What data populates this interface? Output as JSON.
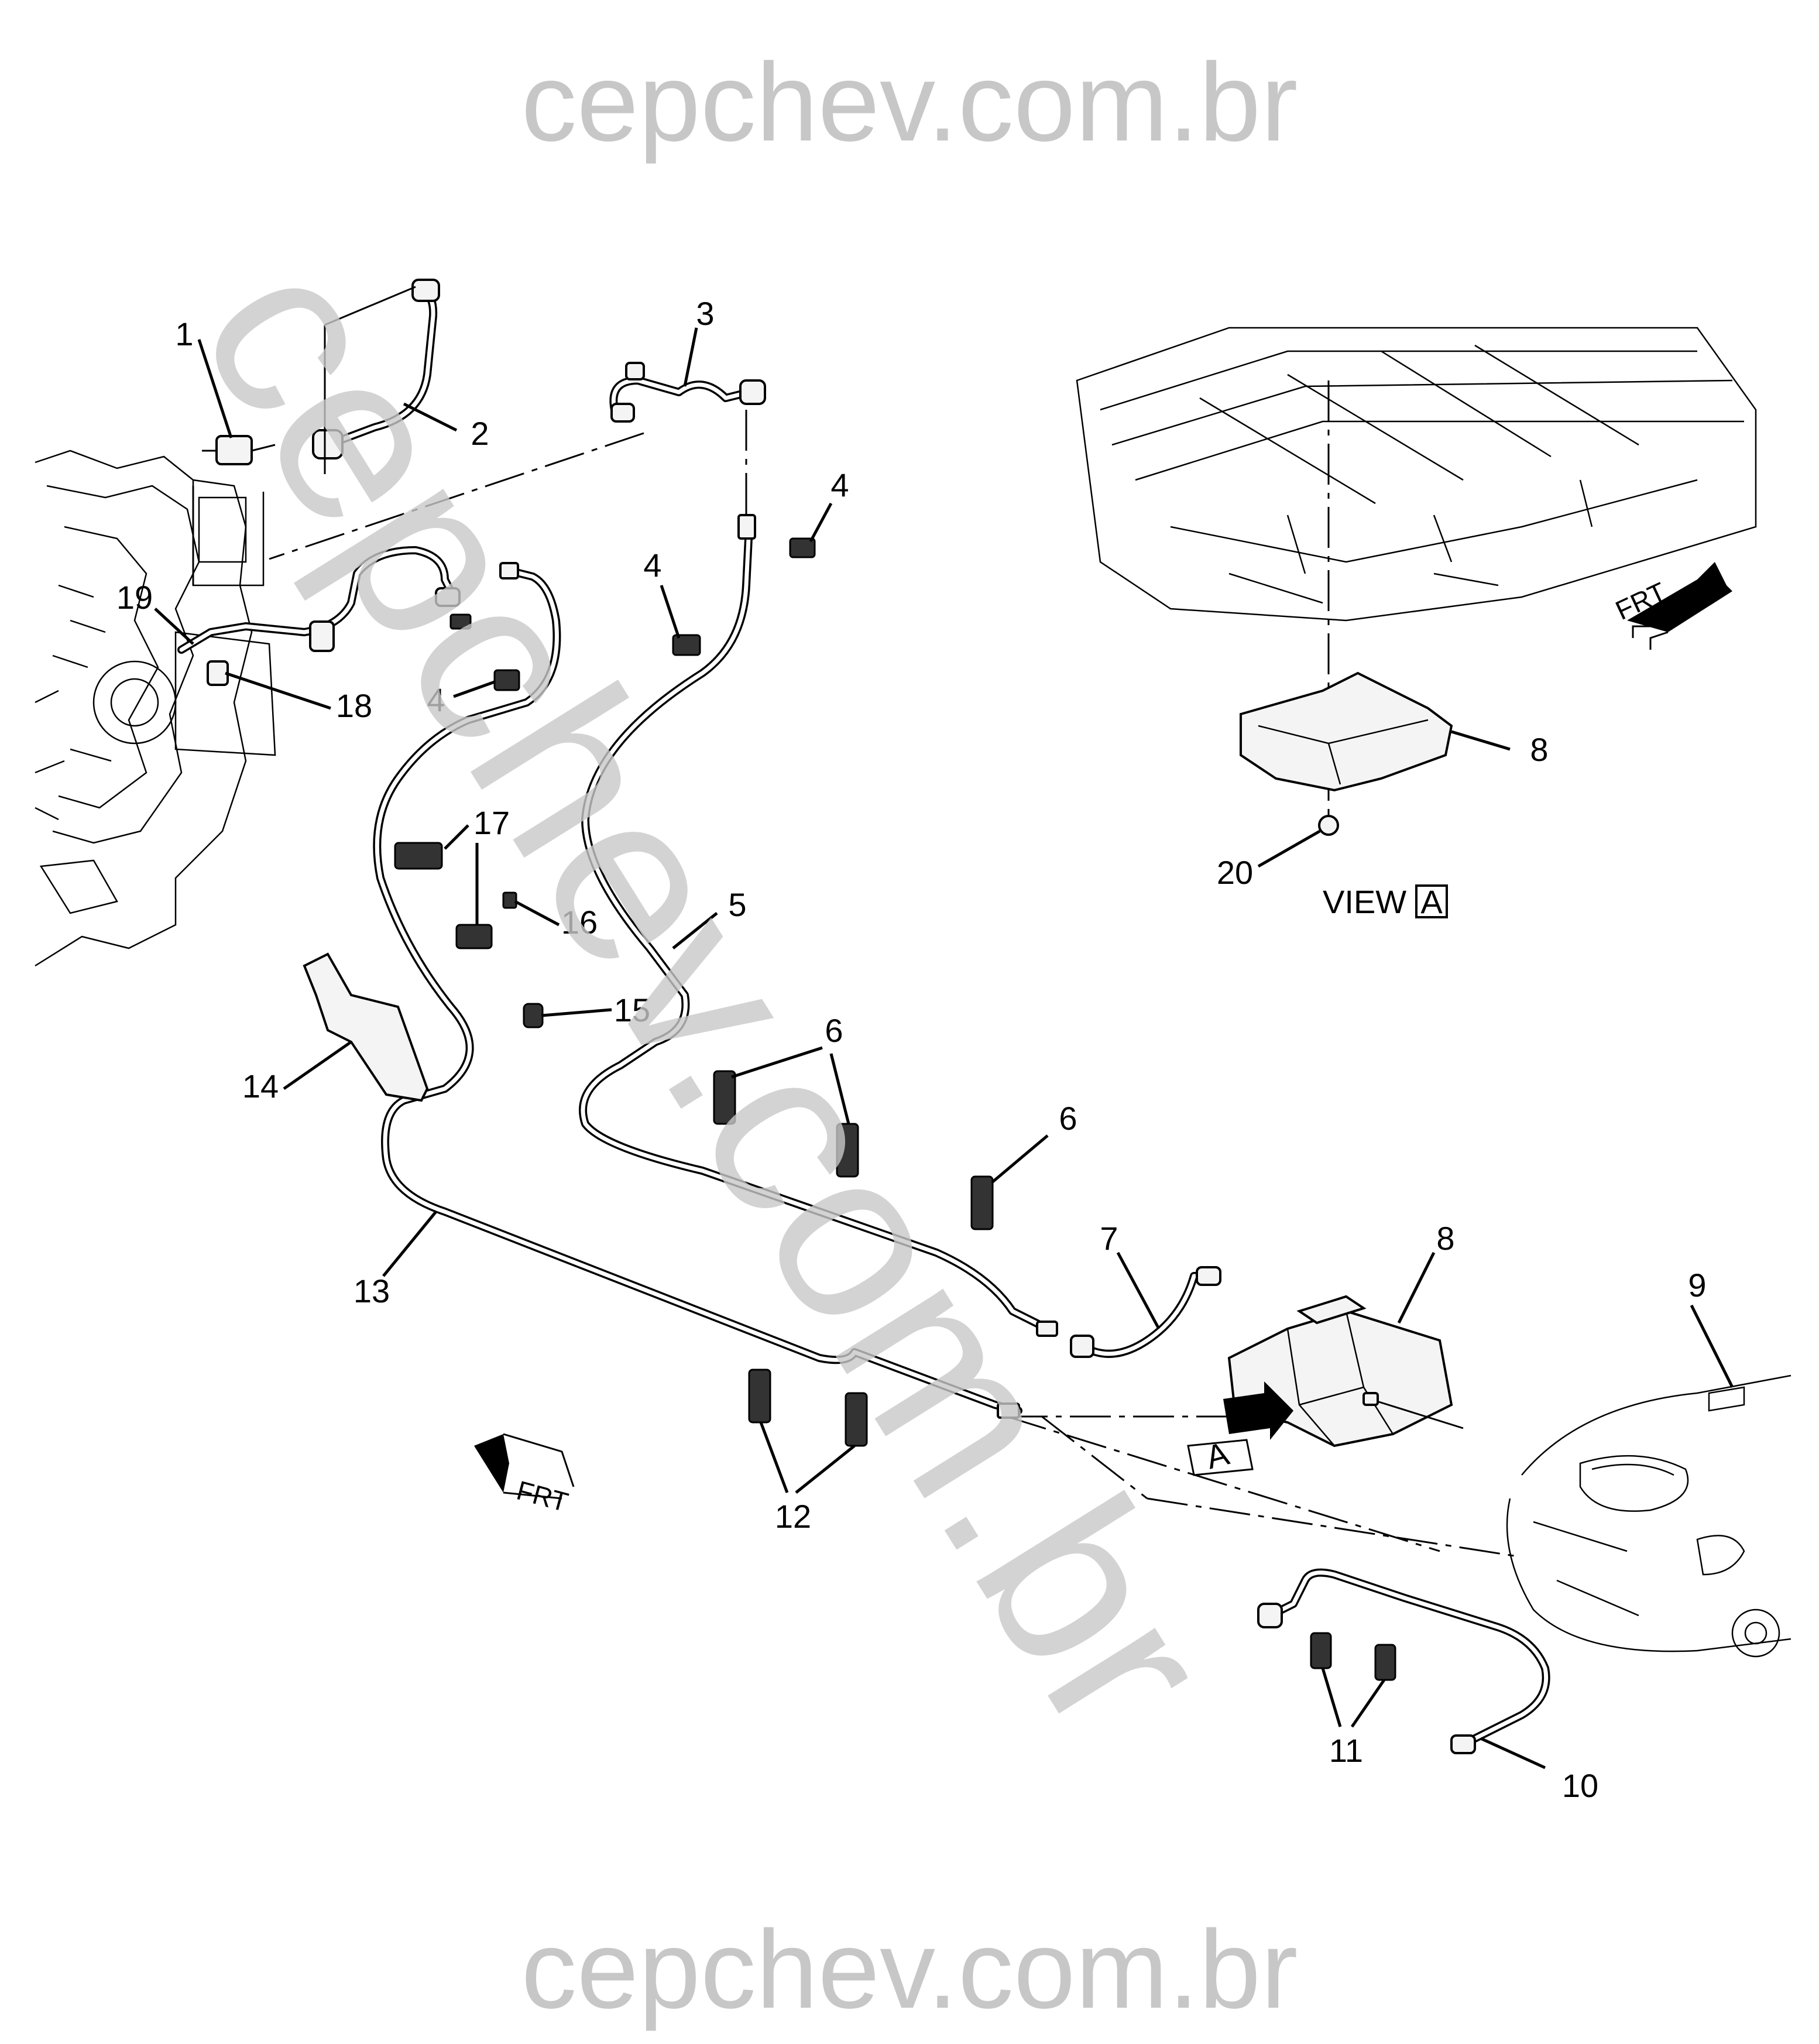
{
  "watermark": {
    "top": "cepchev.com.br",
    "bottom": "cepchev.com.br",
    "diagonal": "cepchev.com.br"
  },
  "callouts": {
    "c1": "1",
    "c2": "2",
    "c3": "3",
    "c4a": "4",
    "c4b": "4",
    "c4c": "4",
    "c5": "5",
    "c6a": "6",
    "c6b": "6",
    "c7": "7",
    "c8a": "8",
    "c8b": "8",
    "c9": "9",
    "c10": "10",
    "c11": "11",
    "c12": "12",
    "c13": "13",
    "c14": "14",
    "c15": "15",
    "c16": "16",
    "c17": "17",
    "c18": "18",
    "c19": "19",
    "c20": "20"
  },
  "view_label": "VIEW",
  "view_letter": "A",
  "view_marker": "A",
  "frt_label": "FRT"
}
